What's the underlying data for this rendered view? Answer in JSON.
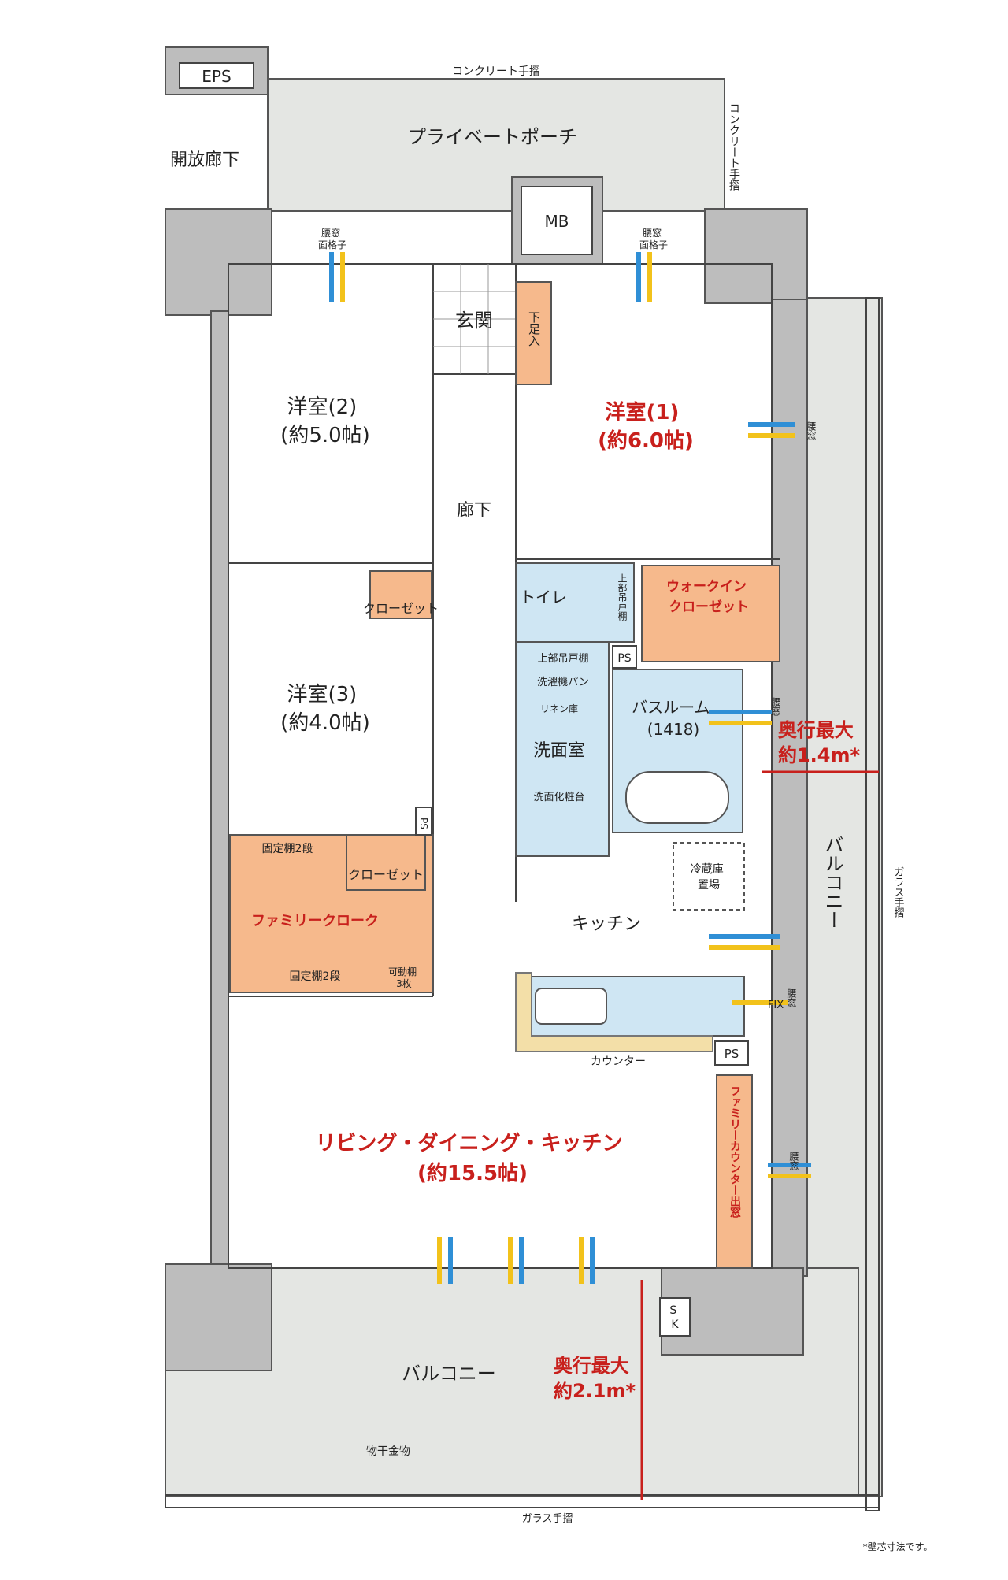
{
  "labels": {
    "eps": "EPS",
    "concrete_rail_top": "コンクリート手摺",
    "concrete_rail_side": "コンクリート手摺",
    "open_corridor": "開放廊下",
    "private_porch": "プライベートポーチ",
    "mb": "MB",
    "window_lattice_left": [
      "腰窓",
      "面格子"
    ],
    "window_lattice_right": [
      "腰窓",
      "面格子"
    ],
    "entrance": "玄関",
    "shoe_box": "下足入",
    "room2": [
      "洋室(2)",
      "(約5.0帖)"
    ],
    "room1": [
      "洋室(1)",
      "(約6.0帖)"
    ],
    "hallway": "廊下",
    "room1_window": "腰窓",
    "closet": "クローゼット",
    "toilet": "トイレ",
    "upper_shelf_toilet": "上部吊戸棚",
    "walk_in_closet": [
      "ウォークイン",
      "クローゼット"
    ],
    "ps_1": "PS",
    "upper_cabinet": "上部吊戸棚",
    "washer_pan": "洗濯機パン",
    "linen": "リネン庫",
    "bathroom": [
      "バスルーム",
      "(1418)"
    ],
    "bath_window": "腰窓",
    "room3": [
      "洋室(3)",
      "(約4.0帖)"
    ],
    "depth_right": [
      "奥行最大",
      "約1.4m*"
    ],
    "washroom": "洗面室",
    "vanity": "洗面化粧台",
    "ps_2": "PS",
    "fixed_shelf_top": "固定棚2段",
    "closet2": "クローゼット",
    "fridge": [
      "冷蔵庫",
      "置場"
    ],
    "balcony_right": "バルコニー",
    "glass_rail_right": "ガラス手摺",
    "family_cloak": "ファミリークローク",
    "kitchen": "キッチン",
    "fixed_shelf_bottom": "固定棚2段",
    "movable_shelf": [
      "可動棚",
      "3枚"
    ],
    "fix_window": "FIX",
    "kitchen_window": "腰窓",
    "counter": "カウンター",
    "ps_3": "PS",
    "family_counter": "ファミリーカウンター出窓",
    "ldk": [
      "リビング・ダイニング・キッチン",
      "(約15.5帖)"
    ],
    "ldk_window": "腰窓",
    "sk": [
      "S",
      "K"
    ],
    "balcony_bottom": "バルコニー",
    "depth_bottom": [
      "奥行最大",
      "約2.1m*"
    ],
    "drying_hardware": "物干金物",
    "glass_rail_bottom": "ガラス手摺",
    "note": "*壁芯寸法です。"
  },
  "colors": {
    "accent_red": "#c8201c",
    "wall_gray": "#bdbdbd",
    "storage_orange": "#f6b98c",
    "wet_blue": "#cfe6f3",
    "outdoor_gray": "#e4e6e3",
    "window_yellow": "#f2c21b",
    "window_blue": "#2f8fd6"
  }
}
